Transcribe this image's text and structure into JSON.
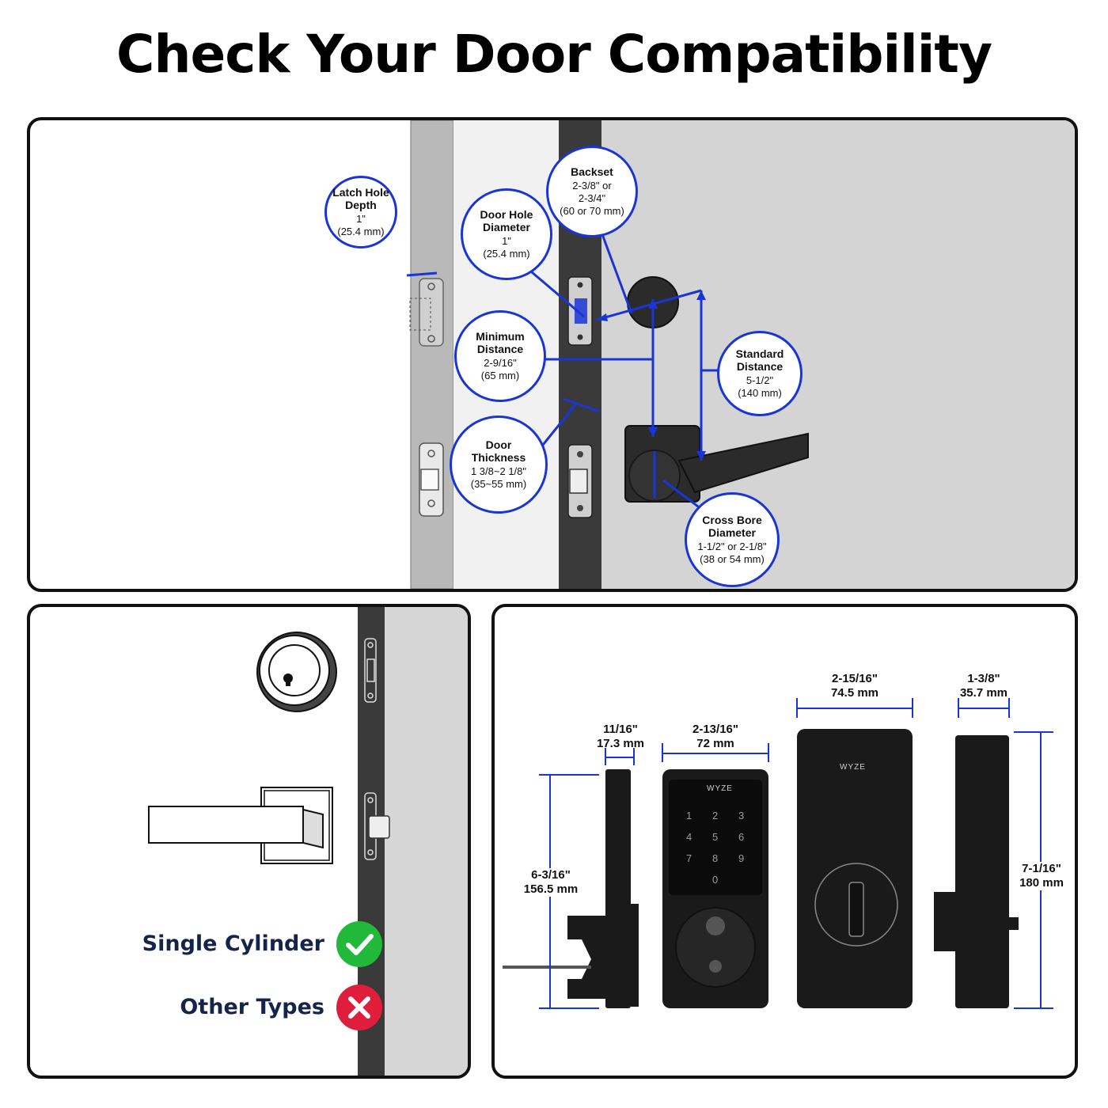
{
  "title": "Check Your Door Compatibility",
  "colors": {
    "accent_blue": "#1a35d6",
    "check_green": "#22b83a",
    "cross_red": "#e01e3c",
    "label_navy": "#15244a",
    "door_gray": "#d6d6d6",
    "door_edge": "#3a3a3a"
  },
  "callouts": {
    "latch_depth": {
      "title": "Latch Hole\nDepth",
      "value": "1\"\n(25.4 mm)"
    },
    "door_hole": {
      "title": "Door Hole\nDiameter",
      "value": "1\"\n(25.4 mm)"
    },
    "backset": {
      "title": "Backset",
      "value": "2-3/8\" or\n2-3/4\"\n(60 or 70 mm)"
    },
    "min_distance": {
      "title": "Minimum\nDistance",
      "value": "2-9/16\"\n(65 mm)"
    },
    "door_thickness": {
      "title": "Door\nThickness",
      "value": "1 3/8~2 1/8\"\n(35~55 mm)"
    },
    "standard_distance": {
      "title": "Standard\nDistance",
      "value": "5-1/2\"\n(140 mm)"
    },
    "cross_bore": {
      "title": "Cross Bore\nDiameter",
      "value": "1-1/2\" or 2-1/8\"\n(38 or 54 mm)"
    }
  },
  "compatibility": {
    "single": {
      "label": "Single Cylinder",
      "icon": "check-icon"
    },
    "other": {
      "label": "Other Types",
      "icon": "cross-icon"
    }
  },
  "dimensions": {
    "depth": "11/16\"\n17.3 mm",
    "front_width": "2-13/16\"\n72 mm",
    "height_front": "6-3/16\"\n156.5 mm",
    "back_width": "2-15/16\"\n74.5 mm",
    "side_depth": "1-3/8\"\n35.7 mm",
    "height_back": "7-1/16\"\n180 mm"
  },
  "device": {
    "brand": "WYZE",
    "keypad": [
      "1",
      "2",
      "3",
      "4",
      "5",
      "6",
      "7",
      "8",
      "9",
      "0"
    ]
  }
}
